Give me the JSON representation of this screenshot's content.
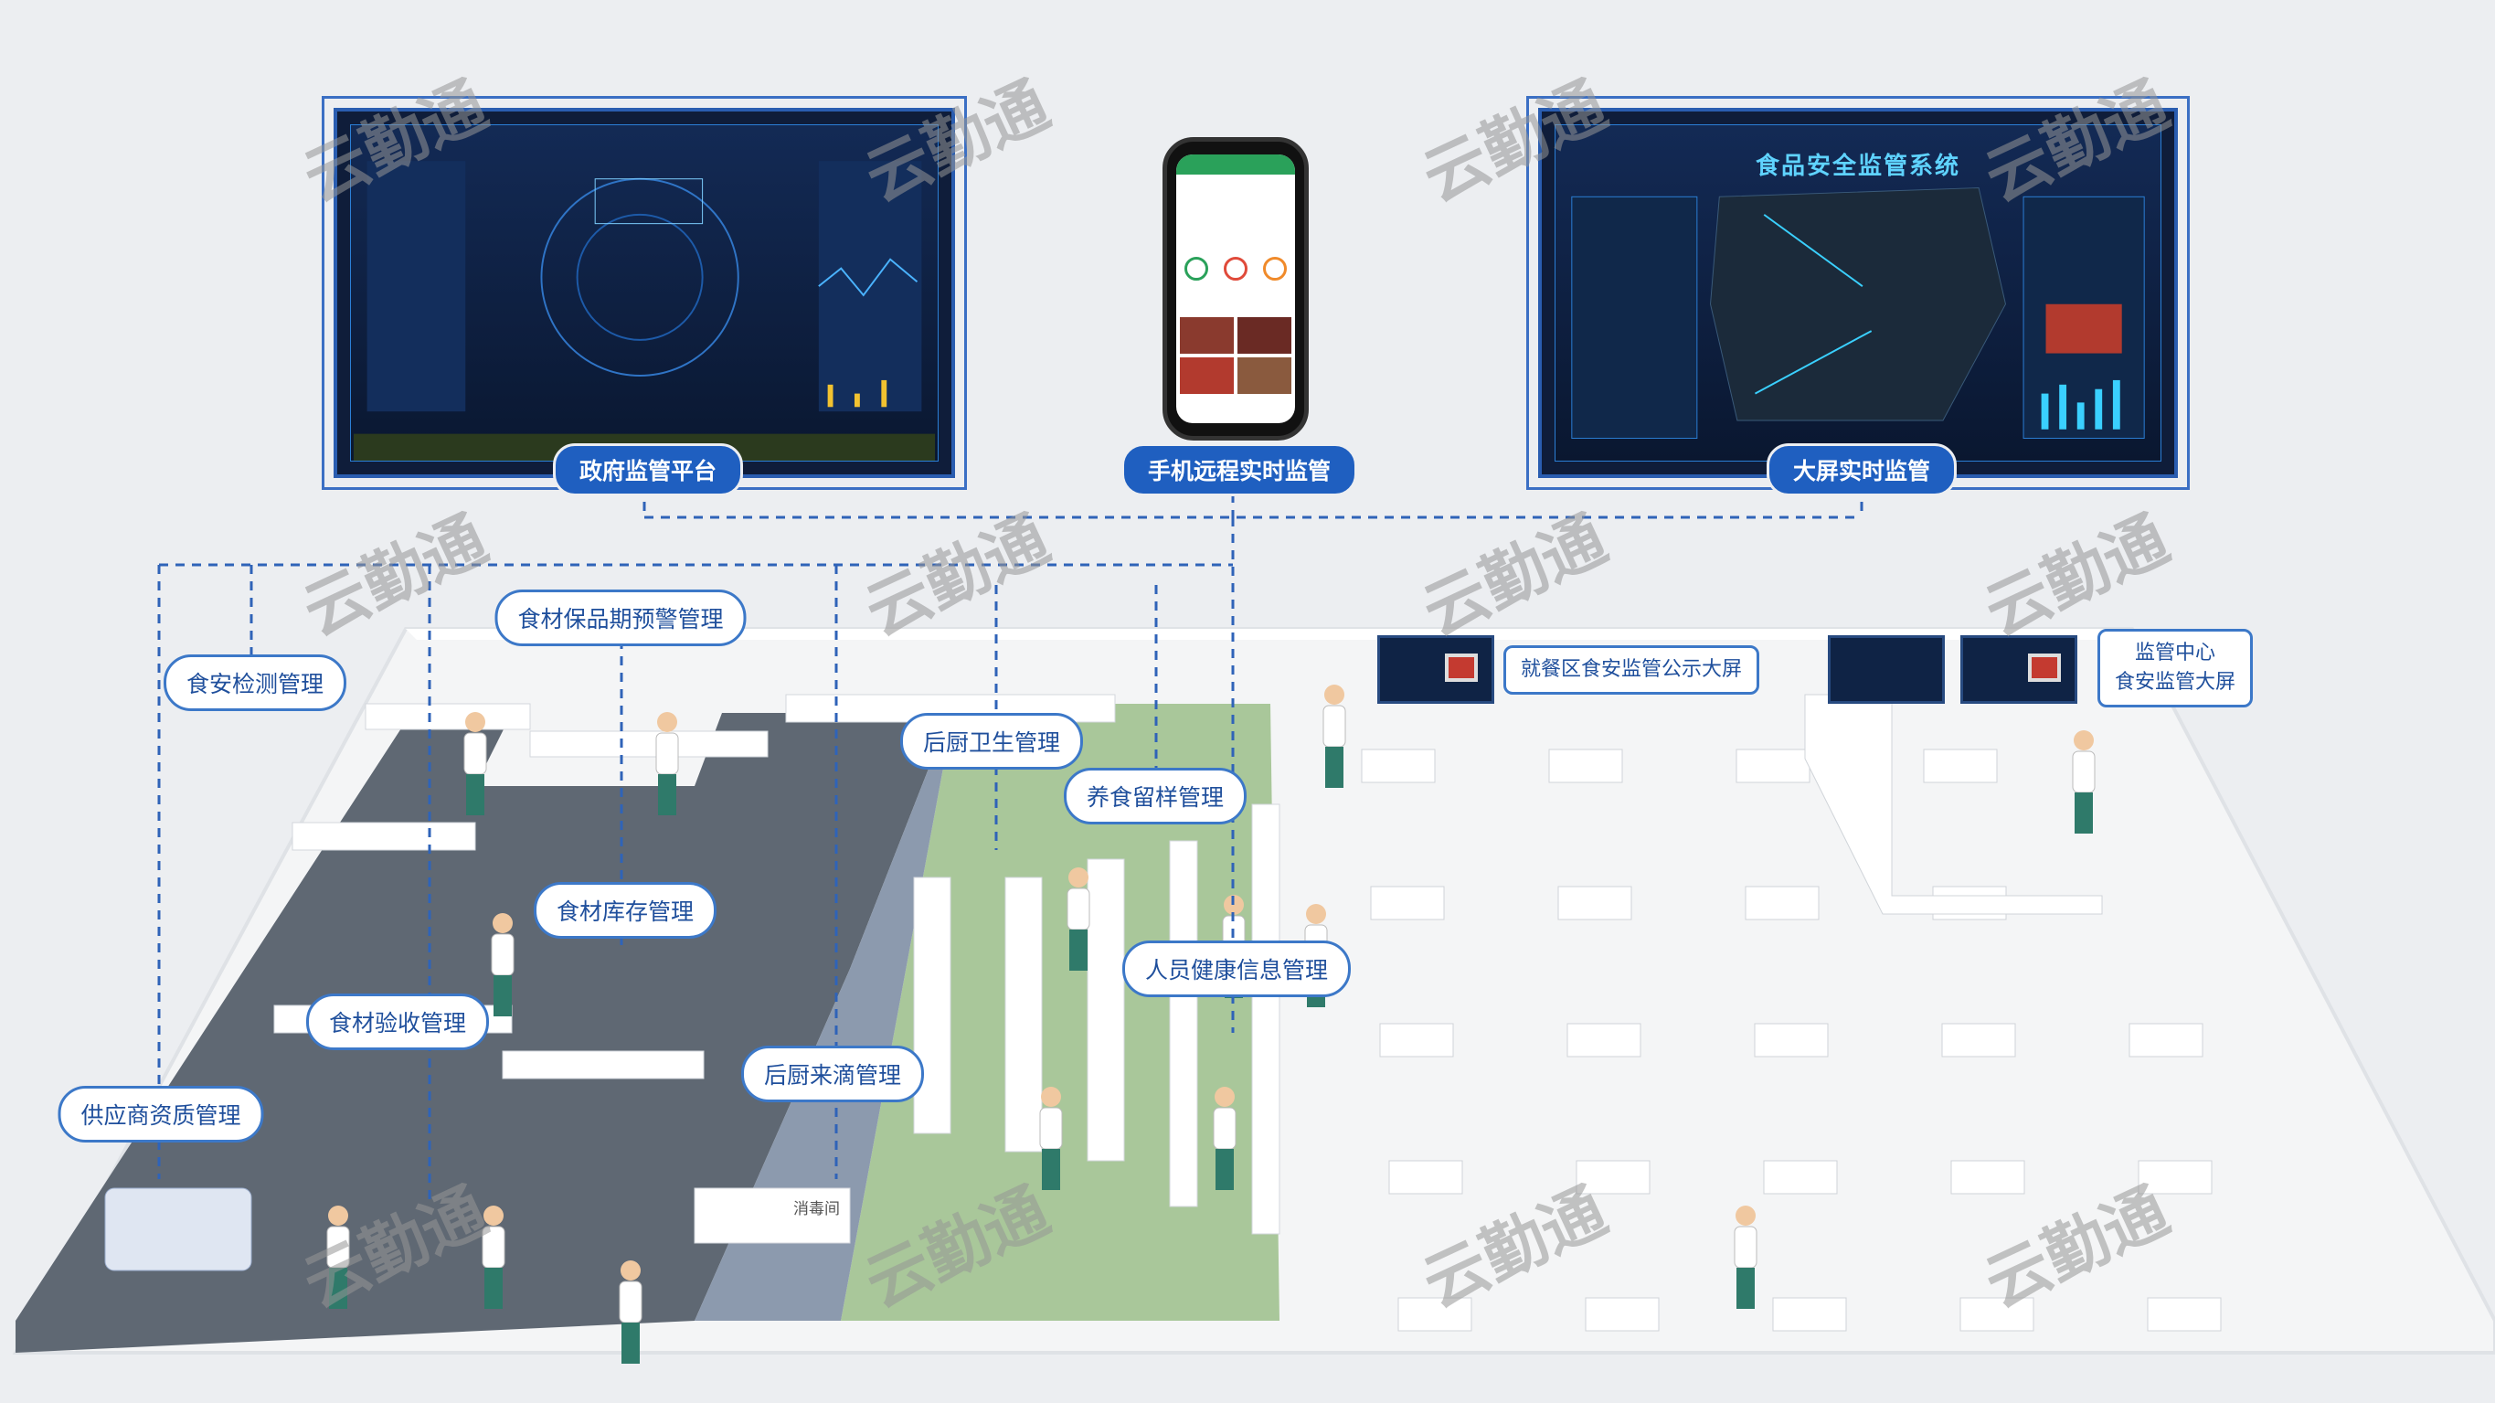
{
  "watermark": "云勤通",
  "platforms": {
    "gov": {
      "label": "政府监管平台"
    },
    "mobile": {
      "label": "手机远程实时监管"
    },
    "bigscreen": {
      "label": "大屏实时监管",
      "screen_title": "食品安全监管系统"
    }
  },
  "callouts": {
    "shelf_life": "食材保品期预警管理",
    "safety_test": "食安检测管理",
    "kitchen_hygiene": "后厨卫生管理",
    "sample_retention": "养食留样管理",
    "inventory": "食材库存管理",
    "staff_health": "人员健康信息管理",
    "acceptance": "食材验收管理",
    "waste": "后厨来滴管理",
    "supplier": "供应商资质管理",
    "dining_display": "就餐区食安监管公示大屏",
    "center_line1": "监管中心",
    "center_line2": "食安监管大屏"
  },
  "room_label": "消毒间",
  "colors": {
    "accent": "#1f5fc0",
    "line": "#2f63b8",
    "kitchen_floor": "#5f6873",
    "green_zone": "#a9c79a"
  }
}
